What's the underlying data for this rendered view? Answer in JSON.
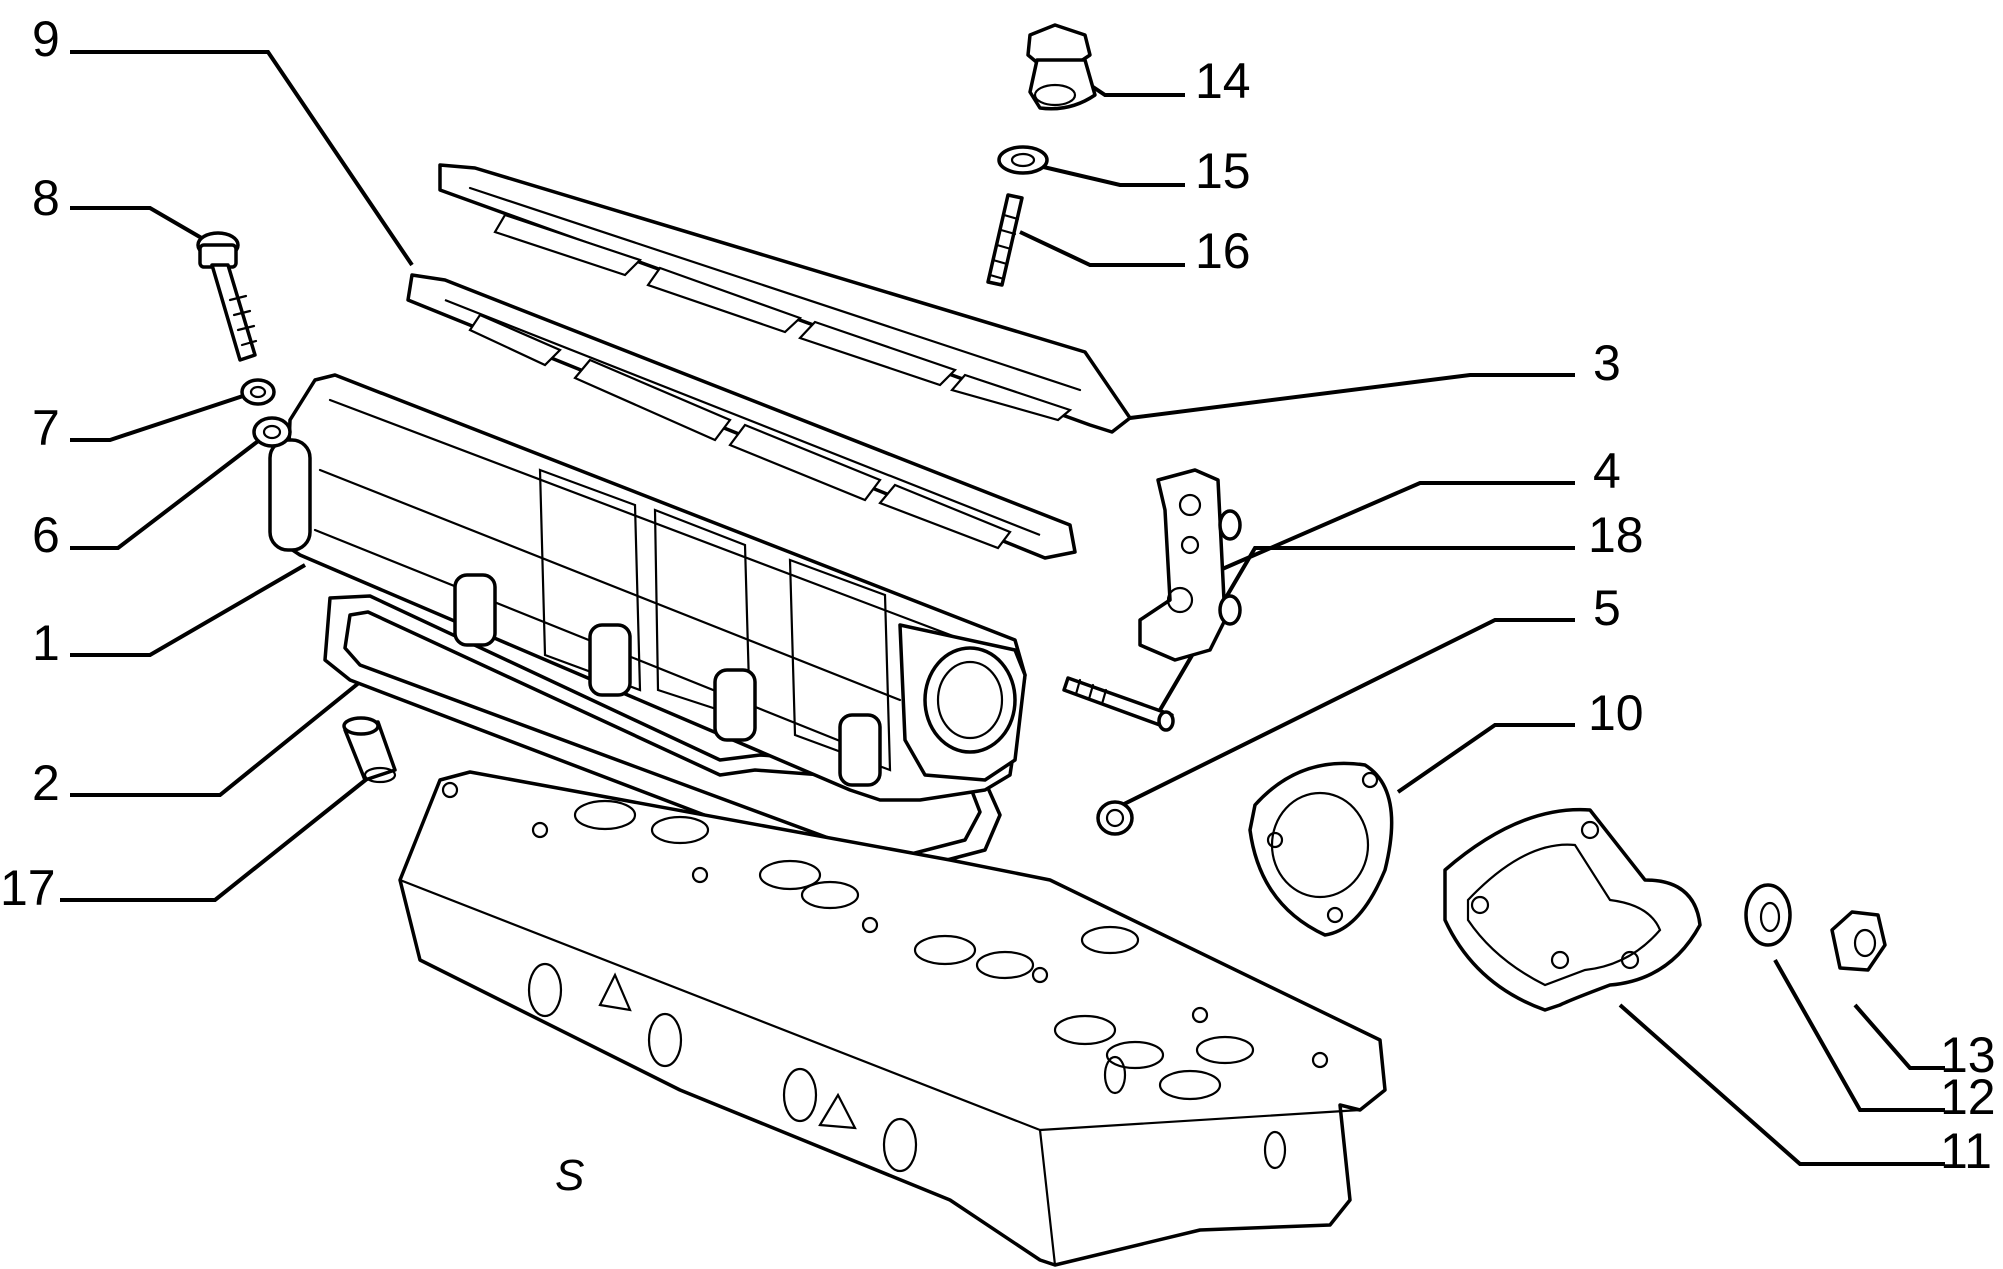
{
  "callouts": [
    {
      "id": "9",
      "text": "9"
    },
    {
      "id": "8",
      "text": "8"
    },
    {
      "id": "7",
      "text": "7"
    },
    {
      "id": "6",
      "text": "6"
    },
    {
      "id": "1",
      "text": "1"
    },
    {
      "id": "2",
      "text": "2"
    },
    {
      "id": "17",
      "text": "17"
    },
    {
      "id": "14",
      "text": "14"
    },
    {
      "id": "15",
      "text": "15"
    },
    {
      "id": "16",
      "text": "16"
    },
    {
      "id": "3",
      "text": "3"
    },
    {
      "id": "4",
      "text": "4"
    },
    {
      "id": "18",
      "text": "18"
    },
    {
      "id": "5",
      "text": "5"
    },
    {
      "id": "10",
      "text": "10"
    },
    {
      "id": "13",
      "text": "13"
    },
    {
      "id": "12",
      "text": "12"
    },
    {
      "id": "11",
      "text": "11"
    }
  ],
  "variant_mark": "S"
}
